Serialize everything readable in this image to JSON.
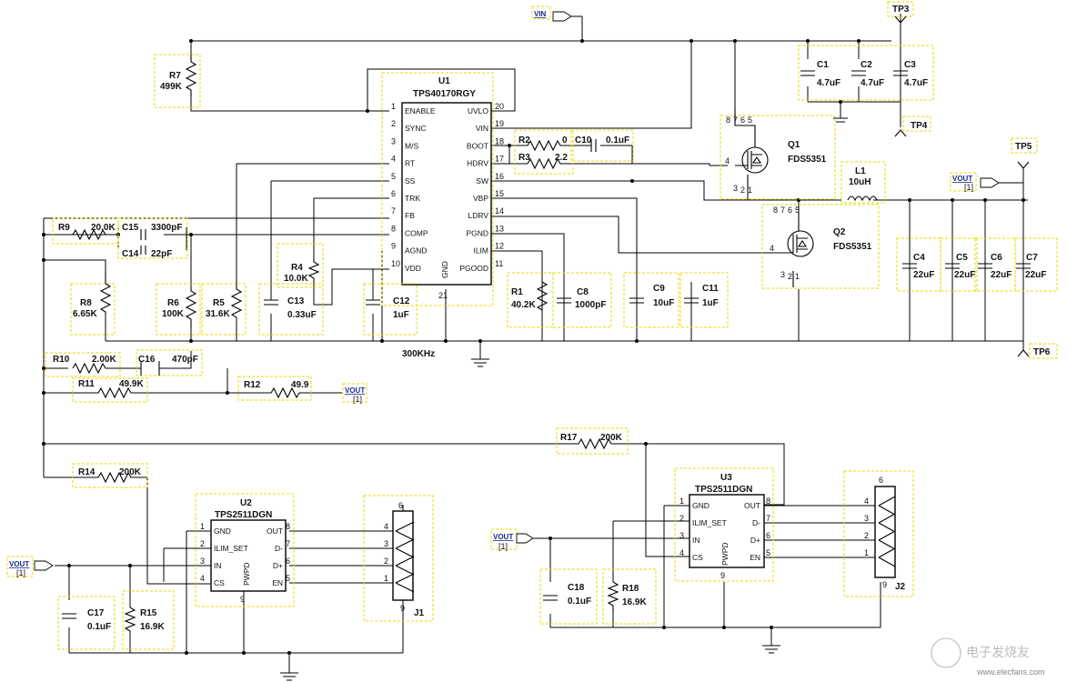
{
  "u1": {
    "ref": "U1",
    "part": "TPS40170RGY",
    "pins_left": [
      {
        "num": "1",
        "name": "ENABLE"
      },
      {
        "num": "2",
        "name": "SYNC"
      },
      {
        "num": "3",
        "name": "M/S"
      },
      {
        "num": "4",
        "name": "RT"
      },
      {
        "num": "5",
        "name": "SS"
      },
      {
        "num": "6",
        "name": "TRK"
      },
      {
        "num": "7",
        "name": "FB"
      },
      {
        "num": "8",
        "name": "COMP"
      },
      {
        "num": "9",
        "name": "AGND"
      },
      {
        "num": "10",
        "name": "VDD"
      }
    ],
    "pins_right": [
      {
        "num": "20",
        "name": "UVLO"
      },
      {
        "num": "19",
        "name": "VIN"
      },
      {
        "num": "18",
        "name": "BOOT"
      },
      {
        "num": "17",
        "name": "HDRV"
      },
      {
        "num": "16",
        "name": "SW"
      },
      {
        "num": "15",
        "name": "VBP"
      },
      {
        "num": "14",
        "name": "LDRV"
      },
      {
        "num": "13",
        "name": "PGND"
      },
      {
        "num": "12",
        "name": "ILIM"
      },
      {
        "num": "11",
        "name": "PGOOD"
      }
    ],
    "gnd_pin": {
      "num": "21",
      "name": "GND"
    },
    "freq": "300KHz"
  },
  "u2": {
    "ref": "U2",
    "part": "TPS2511DGN",
    "pins_left": [
      {
        "num": "1",
        "name": "GND"
      },
      {
        "num": "2",
        "name": "ILIM_SET"
      },
      {
        "num": "3",
        "name": "IN"
      },
      {
        "num": "4",
        "name": "CS"
      }
    ],
    "pins_right": [
      {
        "num": "8",
        "name": "OUT"
      },
      {
        "num": "7",
        "name": "D-"
      },
      {
        "num": "6",
        "name": "D+"
      },
      {
        "num": "5",
        "name": "EN"
      }
    ],
    "pad": {
      "num": "9",
      "name": "PWPD"
    }
  },
  "u3": {
    "ref": "U3",
    "part": "TPS2511DGN",
    "pins_left": [
      {
        "num": "1",
        "name": "GND"
      },
      {
        "num": "2",
        "name": "ILIM_SET"
      },
      {
        "num": "3",
        "name": "IN"
      },
      {
        "num": "4",
        "name": "CS"
      }
    ],
    "pins_right": [
      {
        "num": "8",
        "name": "OUT"
      },
      {
        "num": "7",
        "name": "D-"
      },
      {
        "num": "6",
        "name": "D+"
      },
      {
        "num": "5",
        "name": "EN"
      }
    ],
    "pad": {
      "num": "9",
      "name": "PWPD"
    }
  },
  "j1": {
    "ref": "J1",
    "pins": [
      "4",
      "3",
      "2",
      "1"
    ],
    "shield": "6",
    "shield2": "9"
  },
  "j2": {
    "ref": "J2",
    "pins": [
      "4",
      "3",
      "2",
      "1"
    ],
    "shield": "6",
    "shield2": "9"
  },
  "q1": {
    "ref": "Q1",
    "part": "FDS5351",
    "pins_top": [
      "8",
      "7",
      "6",
      "5"
    ],
    "pins_bottom": [
      "3",
      "2",
      "1"
    ],
    "gate": "4"
  },
  "q2": {
    "ref": "Q2",
    "part": "FDS5351",
    "pins_top": [
      "8",
      "7",
      "6",
      "5"
    ],
    "pins_bottom": [
      "3",
      "2",
      "1"
    ],
    "gate": "4"
  },
  "l1": {
    "ref": "L1",
    "value": "10uH"
  },
  "resistors": {
    "r1": {
      "ref": "R1",
      "value": "40.2K"
    },
    "r2": {
      "ref": "R2",
      "value": "0"
    },
    "r3": {
      "ref": "R3",
      "value": "2.2"
    },
    "r4": {
      "ref": "R4",
      "value": "10.0K"
    },
    "r5": {
      "ref": "R5",
      "value": "31.6K"
    },
    "r6": {
      "ref": "R6",
      "value": "100K"
    },
    "r7": {
      "ref": "R7",
      "value": "499K"
    },
    "r8": {
      "ref": "R8",
      "value": "6.65K"
    },
    "r9": {
      "ref": "R9",
      "value": "20.0K"
    },
    "r10": {
      "ref": "R10",
      "value": "2.00K"
    },
    "r11": {
      "ref": "R11",
      "value": "49.9K"
    },
    "r12": {
      "ref": "R12",
      "value": "49.9"
    },
    "r14": {
      "ref": "R14",
      "value": "200K"
    },
    "r15": {
      "ref": "R15",
      "value": "16.9K"
    },
    "r17": {
      "ref": "R17",
      "value": "200K"
    },
    "r18": {
      "ref": "R18",
      "value": "16.9K"
    }
  },
  "capacitors": {
    "c1": {
      "ref": "C1",
      "value": "4.7uF"
    },
    "c2": {
      "ref": "C2",
      "value": "4.7uF"
    },
    "c3": {
      "ref": "C3",
      "value": "4.7uF"
    },
    "c4": {
      "ref": "C4",
      "value": "22uF"
    },
    "c5": {
      "ref": "C5",
      "value": "22uF"
    },
    "c6": {
      "ref": "C6",
      "value": "22uF"
    },
    "c7": {
      "ref": "C7",
      "value": "22uF"
    },
    "c8": {
      "ref": "C8",
      "value": "1000pF"
    },
    "c9": {
      "ref": "C9",
      "value": "10uF"
    },
    "c10": {
      "ref": "C10",
      "value": "0.1uF"
    },
    "c11": {
      "ref": "C11",
      "value": "1uF"
    },
    "c12": {
      "ref": "C12",
      "value": "1uF"
    },
    "c13": {
      "ref": "C13",
      "value": "0.33uF"
    },
    "c14": {
      "ref": "C14",
      "value": "22pF"
    },
    "c15": {
      "ref": "C15",
      "value": "3300pF"
    },
    "c16": {
      "ref": "C16",
      "value": "470pF"
    },
    "c17": {
      "ref": "C17",
      "value": "0.1uF"
    },
    "c18": {
      "ref": "C18",
      "value": "0.1uF"
    }
  },
  "testpoints": {
    "tp3": "TP3",
    "tp4": "TP4",
    "tp5": "TP5",
    "tp6": "TP6"
  },
  "nets": {
    "vin": "VIN",
    "vout": "VOUT",
    "vout_sheet": "[1]"
  },
  "watermark": {
    "cn": "电子发烧友",
    "url": "www.elecfans.com"
  }
}
